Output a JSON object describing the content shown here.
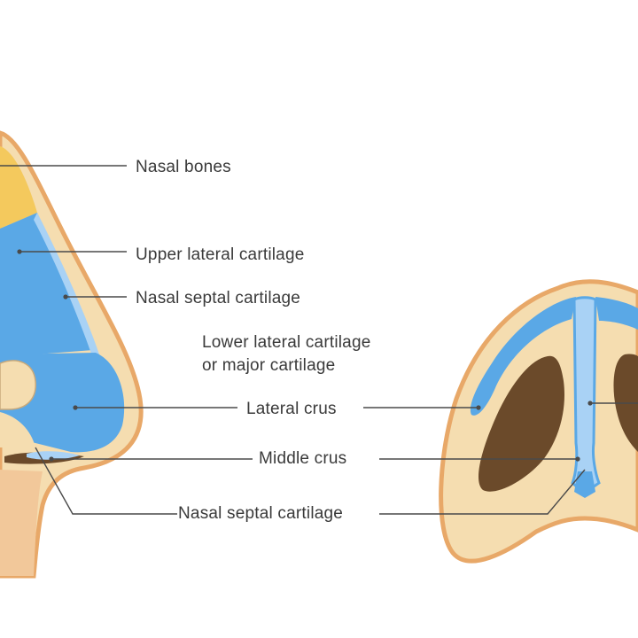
{
  "labels": {
    "nasal_bones": "Nasal bones",
    "upper_lateral_cartilage": "Upper lateral cartilage",
    "nasal_septal_cartilage_side": "Nasal septal cartilage",
    "lower_lateral_line1": "Lower lateral cartilage",
    "lower_lateral_line2": "or major cartilage",
    "lateral_crus": "Lateral crus",
    "middle_crus": "Middle crus",
    "nasal_septal_cartilage_bottom": "Nasal septal cartilage"
  },
  "colors": {
    "skin": "#f5ddb0",
    "skin_outline": "#e8a868",
    "cartilage": "#5aa8e6",
    "cartilage_light": "#a9d2f5",
    "bone": "#f4c95d",
    "nostril": "#6b4a2a",
    "leader_line": "#4a4a4a"
  }
}
